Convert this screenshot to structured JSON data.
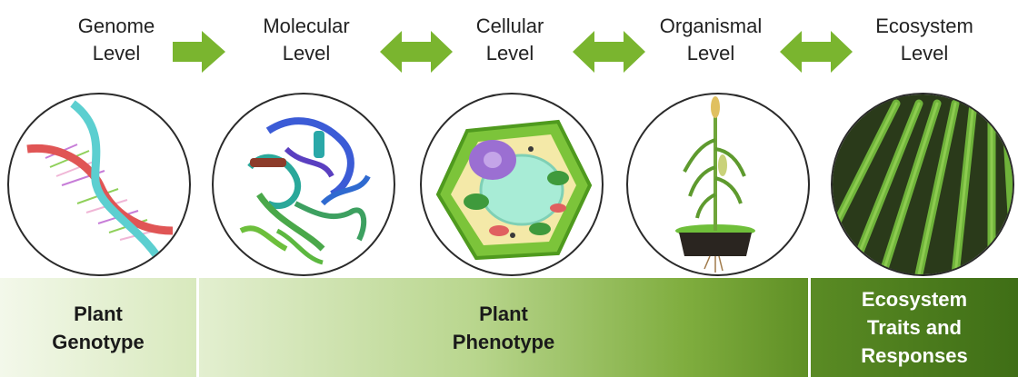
{
  "levels": [
    {
      "line1": "Genome",
      "line2": "Level"
    },
    {
      "line1": "Molecular",
      "line2": "Level"
    },
    {
      "line1": "Cellular",
      "line2": "Level"
    },
    {
      "line1": "Organismal",
      "line2": "Level"
    },
    {
      "line1": "Ecosystem",
      "line2": "Level"
    }
  ],
  "arrows": [
    "right",
    "both",
    "both",
    "both"
  ],
  "bottom_bar": {
    "genotype": {
      "line1": "Plant",
      "line2": "Genotype"
    },
    "phenotype": {
      "line1": "Plant",
      "line2": "Phenotype"
    },
    "ecosystem": {
      "line1": "Ecosystem",
      "line2": "Traits and",
      "line3": "Responses"
    }
  },
  "colors": {
    "arrow": "#7ab52f",
    "bar_light": "#e3efd0",
    "bar_dark": "#3f6e16"
  },
  "illustrations": [
    "dna-double-helix",
    "protein-structure",
    "plant-cell",
    "corn-plant",
    "crop-field"
  ]
}
